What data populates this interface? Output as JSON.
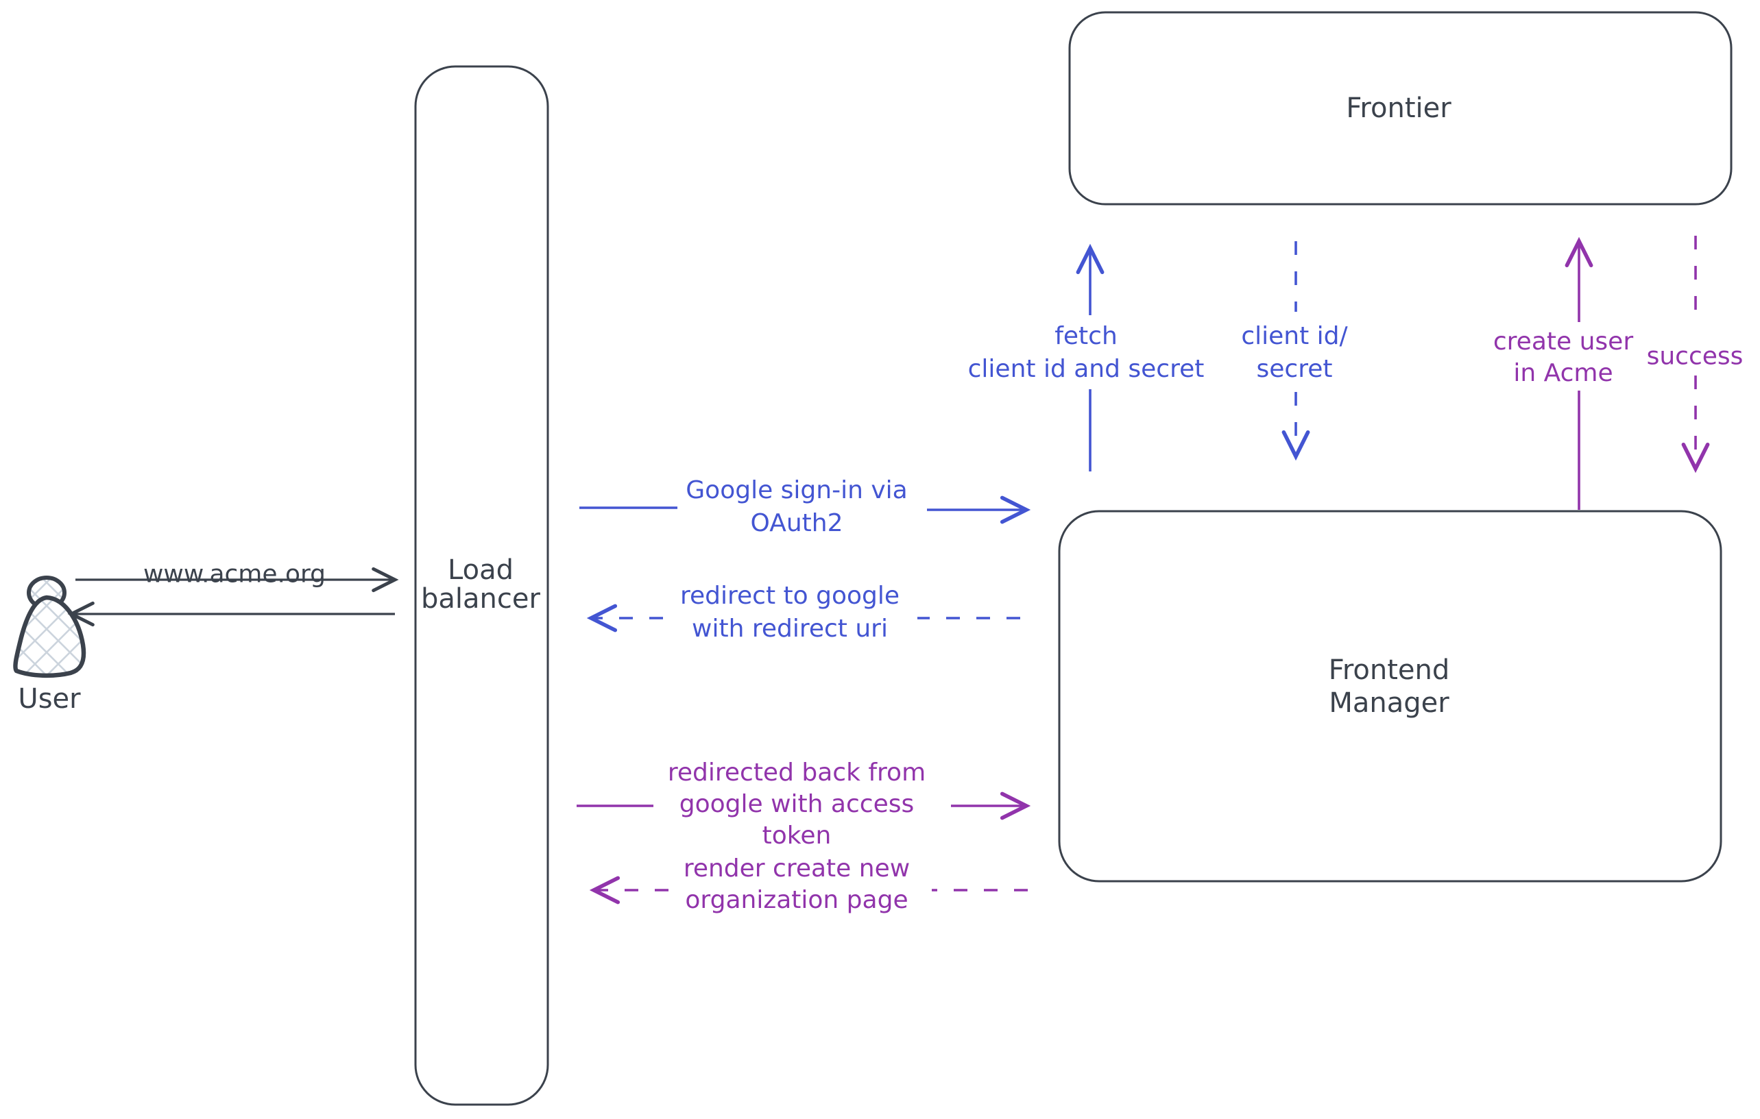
{
  "colors": {
    "ink": "#3b424c",
    "blue": "#4355d2",
    "purple": "#9134ab",
    "hatch_fill": "#ccd4dd",
    "background": "#ffffff"
  },
  "nodes": {
    "user": {
      "label": "User"
    },
    "load_balancer": {
      "line1": "Load",
      "line2": "balancer"
    },
    "frontier": {
      "label": "Frontier"
    },
    "frontend_manager": {
      "line1": "Frontend",
      "line2": "Manager"
    }
  },
  "edges": {
    "acme_request": {
      "label": "www.acme.org",
      "style": "solid",
      "color": "ink",
      "direction": "user to load balancer"
    },
    "acme_response": {
      "label": "",
      "style": "solid",
      "color": "ink",
      "direction": "load balancer to user"
    },
    "google_signin": {
      "line1": "Google sign-in via",
      "line2": "OAuth2",
      "style": "solid",
      "color": "blue",
      "direction": "load balancer to frontend manager"
    },
    "redirect_google": {
      "line1": "redirect to google",
      "line2": "with redirect uri",
      "style": "dashed",
      "color": "blue",
      "direction": "frontend manager to load balancer"
    },
    "fetch_creds": {
      "line1": "fetch",
      "line2": "client id and secret",
      "style": "solid",
      "color": "blue",
      "direction": "frontend manager to frontier"
    },
    "client_id_secret": {
      "line1": "client id/",
      "line2": "secret",
      "style": "dashed",
      "color": "blue",
      "direction": "frontier to frontend manager"
    },
    "redirected_back": {
      "line1": "redirected back from",
      "line2": "google with access",
      "line3": "token",
      "style": "solid",
      "color": "purple",
      "direction": "load balancer to frontend manager"
    },
    "render_page": {
      "line1": "render create new",
      "line2": "organization page",
      "style": "dashed",
      "color": "purple",
      "direction": "frontend manager to load balancer"
    },
    "create_user": {
      "line1": "create user",
      "line2": "in Acme",
      "style": "solid",
      "color": "purple",
      "direction": "frontend manager to frontier"
    },
    "success": {
      "label": "success",
      "style": "dashed",
      "color": "purple",
      "direction": "frontier to frontend manager"
    }
  }
}
